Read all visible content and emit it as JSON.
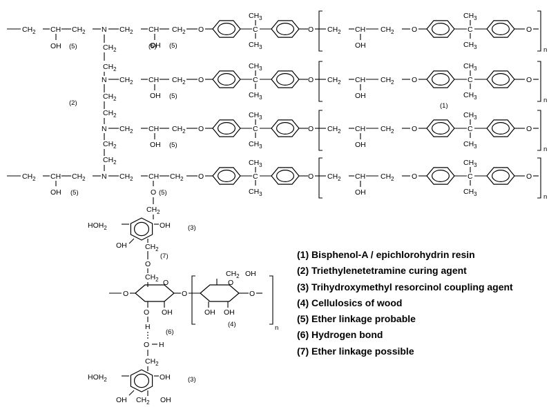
{
  "groups": {
    "ch2": "CH",
    "ch": "CH",
    "ch3": "CH",
    "oh": "OH",
    "o": "O",
    "n": "N",
    "c": "C",
    "h": "H",
    "hoh2c": "HOH",
    "ch2oh": "CH",
    "sub2": "2",
    "sub3": "3",
    "repeat_n": "n"
  },
  "markers": {
    "m1": "(1)",
    "m2": "(2)",
    "m3": "(3)",
    "m4": "(4)",
    "m5": "(5)",
    "m6": "(6)",
    "m7": "(7)"
  },
  "legend": [
    "(1) Bisphenol-A / epichlorohydrin resin",
    "(2) Triethylenetetramine curing agent",
    "(3) Trihydroxymethyl resorcinol coupling agent",
    "(4) Cellulosics of wood",
    "(5) Ether linkage probable",
    "(6) Hydrogen bond",
    "(7) Ether linkage possible"
  ]
}
